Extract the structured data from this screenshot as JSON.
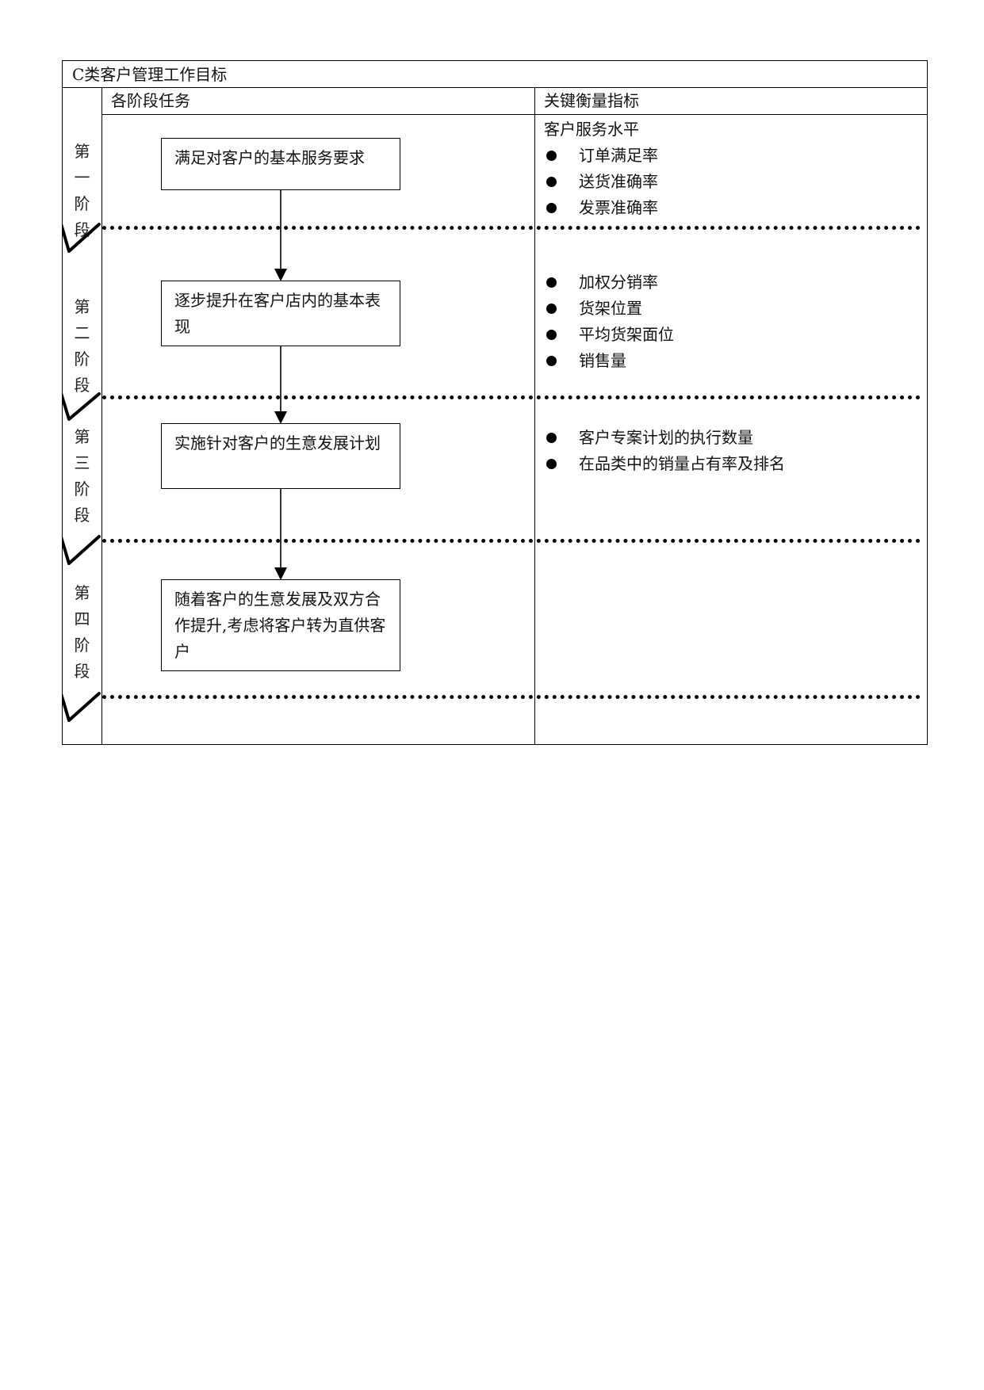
{
  "title": "C类客户管理工作目标",
  "headers": {
    "tasks": "各阶段任务",
    "metrics": "关键衡量指标"
  },
  "stages": [
    {
      "label": [
        "第",
        "一",
        "阶",
        "段"
      ],
      "task": "满足对客户的基本服务要求",
      "metrics_heading": "客户服务水平",
      "metrics": [
        "订单满足率",
        "送货准确率",
        "发票准确率"
      ]
    },
    {
      "label": [
        "第",
        "二",
        "阶",
        "段"
      ],
      "task": "逐步提升在客户店内的基本表现",
      "metrics_heading": "",
      "metrics": [
        "加权分销率",
        "货架位置",
        "平均货架面位",
        "销售量"
      ]
    },
    {
      "label": [
        "第",
        "三",
        "阶",
        "段"
      ],
      "task": "实施针对客户的生意发展计划",
      "metrics_heading": "",
      "metrics": [
        "客户专案计划的执行数量",
        "在品类中的销量占有率及排名"
      ]
    },
    {
      "label": [
        "第",
        "四",
        "阶",
        "段"
      ],
      "task": "随着客户的生意发展及双方合作提升,考虑将客户转为直供客户",
      "metrics_heading": "",
      "metrics": []
    }
  ]
}
